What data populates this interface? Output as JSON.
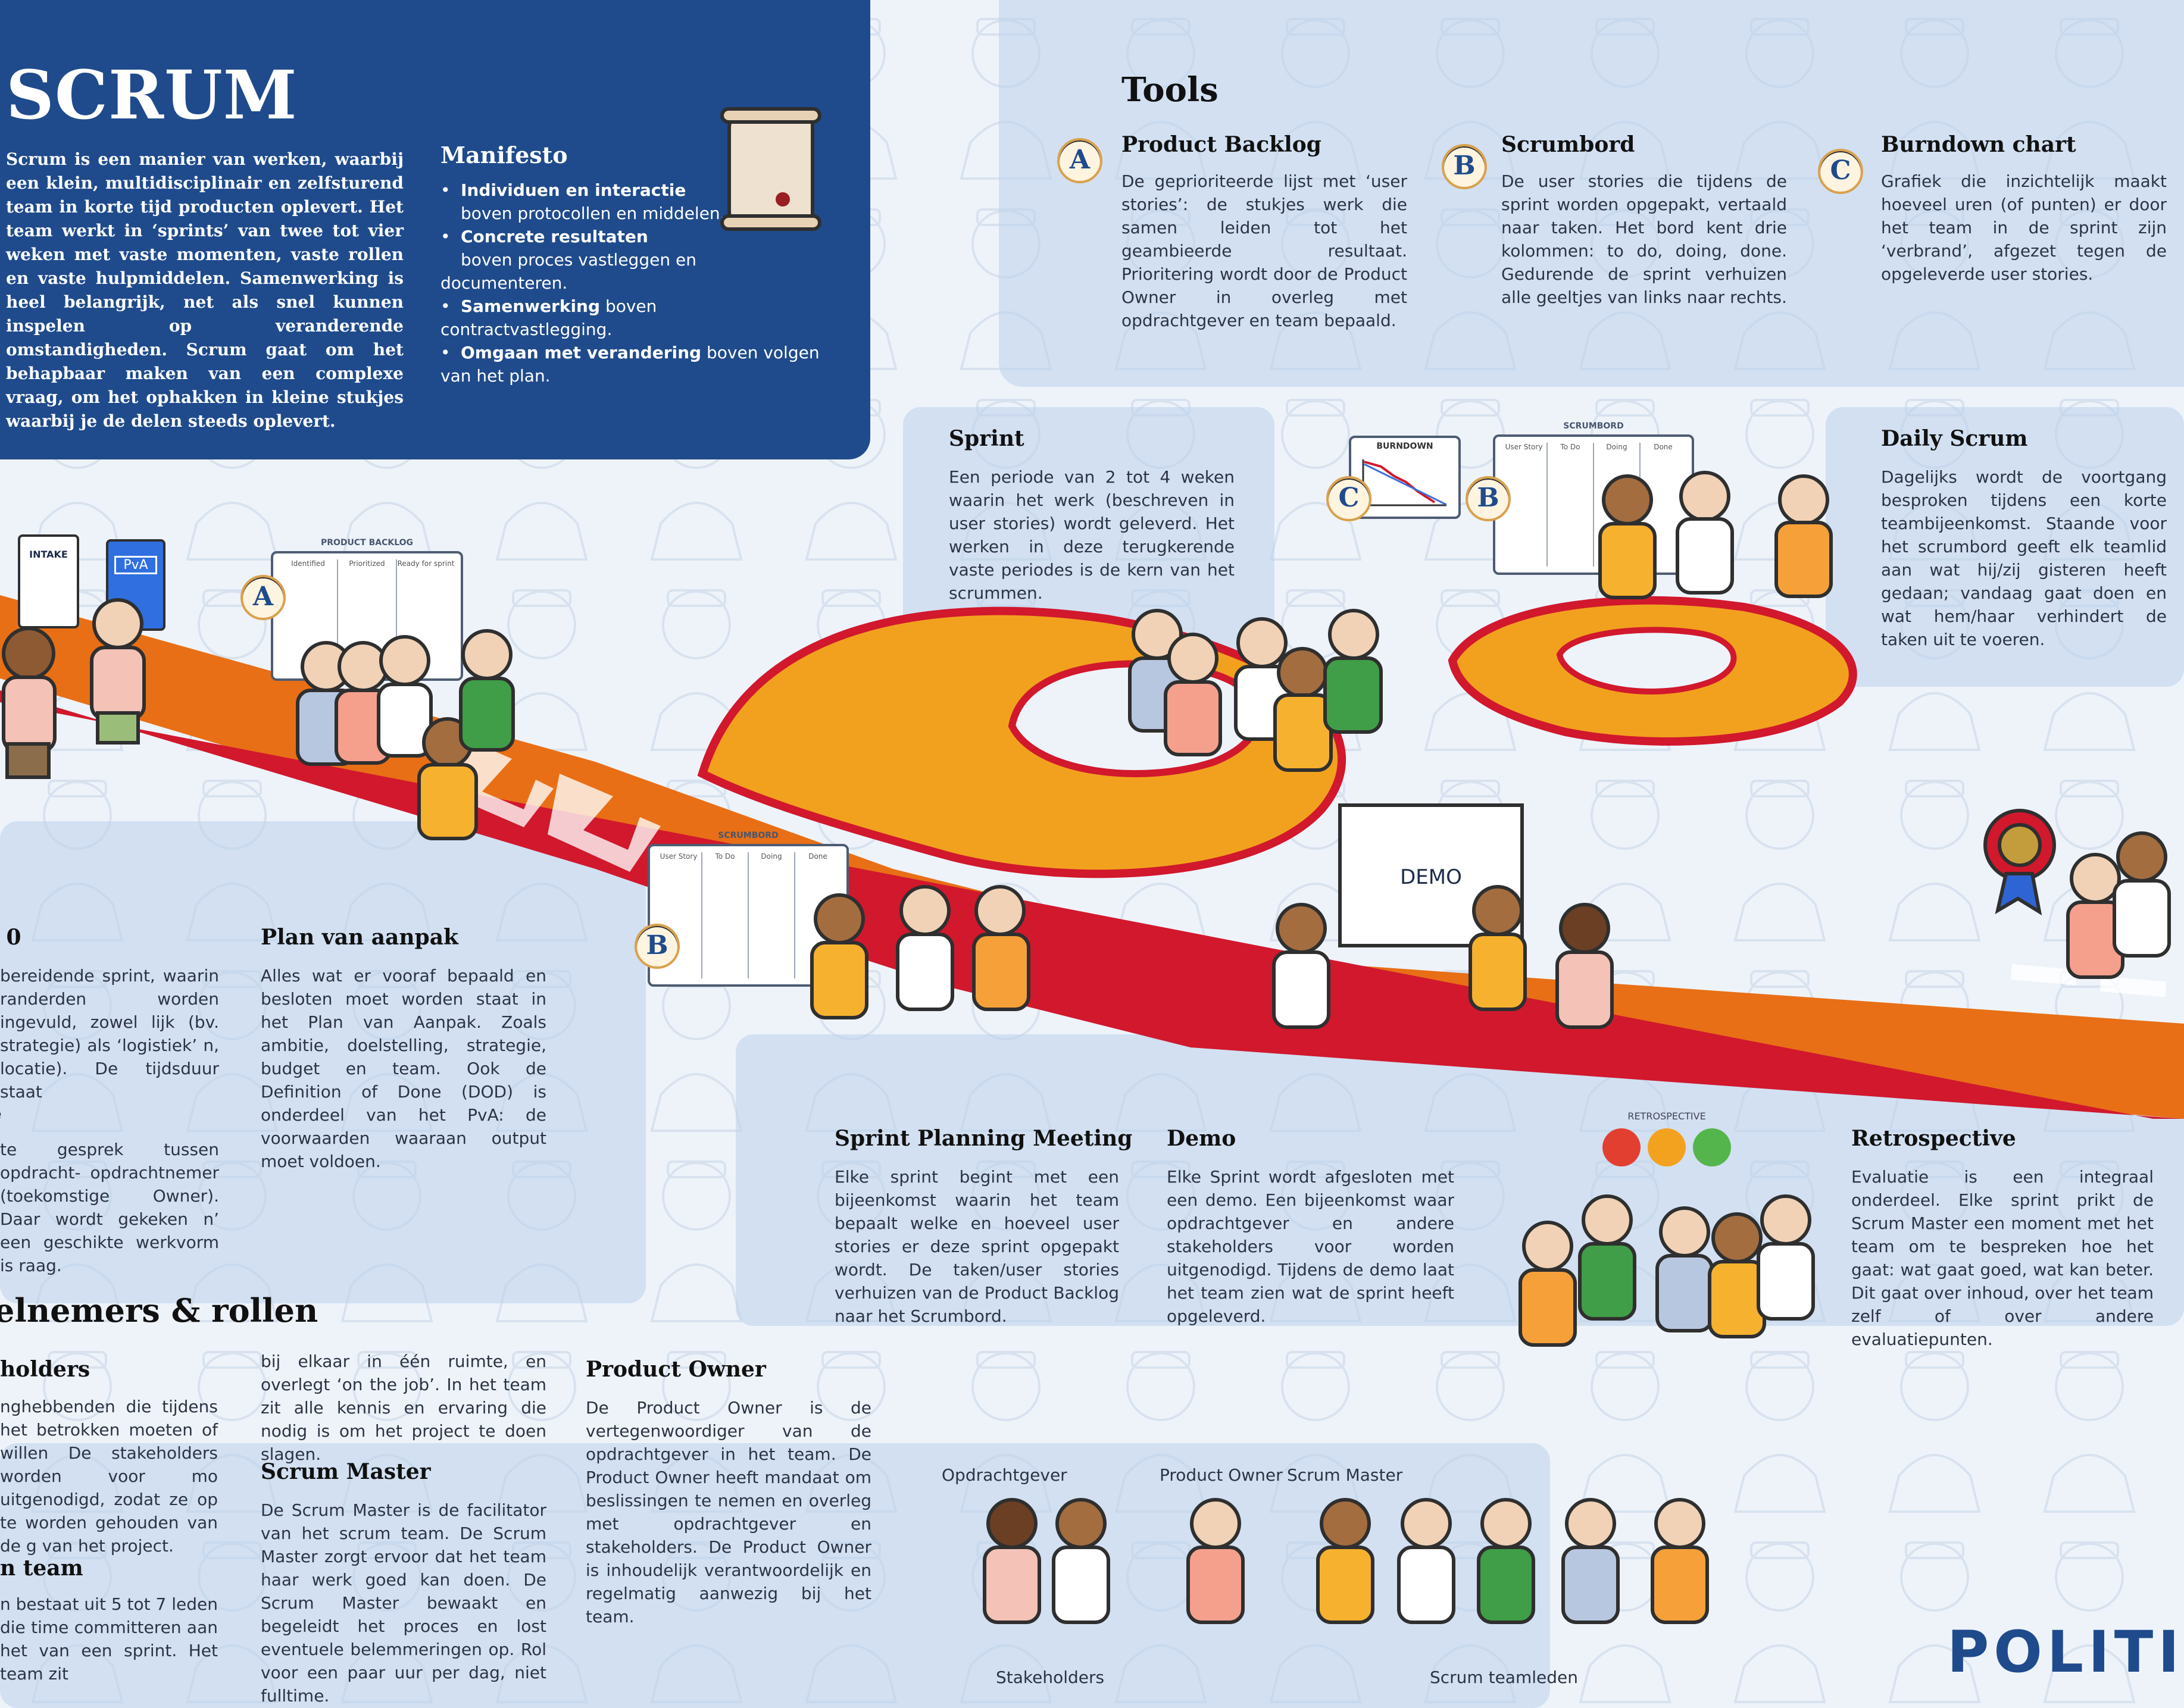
{
  "header": {
    "title": "SCRUM",
    "intro": "Scrum is een manier van werken, waarbij een klein, multidisciplinair en zelfsturend team in korte tijd producten oplevert. Het team werkt in ‘sprints’ van twee tot vier weken met vaste momenten, vaste rollen en vaste hulpmiddelen. Samenwerking is heel belangrijk, net als snel kunnen inspelen op veranderende omstandigheden. Scrum gaat om het behapbaar maken van een complexe vraag, om het ophakken in kleine stukjes waarbij je de delen steeds oplevert.",
    "manifesto_title": "Manifesto",
    "manifesto_items": [
      {
        "strong": "Individuen en interactie",
        "rest": "boven protocollen en middelen."
      },
      {
        "strong": "Concrete resultaten",
        "rest": "boven proces vastleggen en documenteren."
      },
      {
        "strong": "Samenwerking",
        "rest": "boven contractvastlegging."
      },
      {
        "strong": "Omgaan met verandering",
        "rest": "boven volgen van het plan."
      }
    ]
  },
  "tools": {
    "title": "Tools",
    "items": [
      {
        "badge": "A",
        "title": "Product Backlog",
        "text": "De geprioriteerde lijst met ‘user stories’: de stukjes werk die samen leiden tot het geambieerde resultaat. Prioritering wordt door de Product Owner in overleg met opdrachtgever en team bepaald."
      },
      {
        "badge": "B",
        "title": "Scrumbord",
        "text": "De user stories die tijdens de sprint worden opgepakt, vertaald naar taken. Het bord kent drie kolommen: to do, doing, done. Gedurende de sprint verhuizen alle geeltjes van links naar rechts."
      },
      {
        "badge": "C",
        "title": "Burndown chart",
        "text": "Grafiek die inzichtelijk maakt hoeveel uren (of punten) er door het team in de sprint zijn ‘verbrand’, afgezet tegen de opgeleverde user stories."
      }
    ]
  },
  "sections": {
    "sprint": {
      "title": "Sprint",
      "text": "Een periode van 2 tot 4 weken waarin het werk (beschreven in user stories) wordt geleverd. Het werken in deze terugkerende vaste periodes is de kern van het scrummen."
    },
    "daily_scrum": {
      "title": "Daily Scrum",
      "text": "Dagelijks wordt de voortgang besproken tijdens een korte teambijeenkomst. Staande voor het scrumbord geeft elk teamlid aan wat hij/zij gisteren heeft gedaan; vandaag gaat doen en wat hem/haar verhindert de taken uit te voeren."
    },
    "plan_van_aanpak": {
      "title": "Plan van aanpak",
      "text": "Alles wat er vooraf bepaald en besloten moet worden staat in het Plan van Aanpak. Zoals ambitie, doelstelling, strategie, budget en team. Ook de Definition of Done (DOD) is onderdeel van het PvA: de voorwaarden waaraan output moet voldoen."
    },
    "sprint_planning": {
      "title": "Sprint Planning Meeting",
      "text": "Elke sprint begint met een bijeenkomst waarin het team bepaalt welke en hoeveel user stories er deze sprint opgepakt wordt. De taken/user stories verhuizen van de Product Backlog naar het Scrumbord."
    },
    "demo": {
      "title": "Demo",
      "text": "Elke Sprint wordt afgesloten met een demo. Een bijeenkomst waar opdrachtgever en andere stakeholders voor worden uitgenodigd. Tijdens de demo laat het team zien wat de sprint heeft opgeleverd."
    },
    "retrospective": {
      "title": "Retrospective",
      "text": "Evaluatie is een integraal onderdeel. Elke sprint prikt de Scrum Master een moment met het team om te bespreken hoe het gaat: wat gaat goed, wat kan beter. Dit gaat over inhoud, over het team zelf of over andere evaluatiepunten."
    },
    "left_0": {
      "title": "e 0",
      "text": "bereidende sprint, waarin randerden worden ingevuld, zowel lijk (bv. strategie) als ‘logistiek’ n, locatie). De tijdsduur staat"
    },
    "left_e": {
      "title": "e",
      "text": "te gesprek tussen opdracht- opdrachtnemer (toekomstige Owner). Daar wordt gekeken n’ een geschikte werkvorm is raag."
    },
    "roles": {
      "title": "elnemers & rollen"
    },
    "stakeholders": {
      "title": "holders",
      "text": "nghebbenden die tijdens het betrokken moeten of willen De stakeholders worden voor mo uitgenodigd, zodat ze op te worden gehouden van de g van het project."
    },
    "team": {
      "title": "n team",
      "text": "n bestaat uit 5 tot 7 leden die time committeren aan het van een sprint. Het team zit"
    },
    "team_cont": {
      "text": "bij elkaar in één ruimte, en overlegt ‘on the job’. In het team zit alle kennis en ervaring die nodig is om het project te doen slagen."
    },
    "scrum_master": {
      "title": "Scrum Master",
      "text": "De Scrum Master is de facilitator van het scrum team. De Scrum Master zorgt ervoor dat het team haar werk goed kan doen. De Scrum Master bewaakt en begeleidt het proces en lost eventuele belemmeringen op. Rol voor een paar uur per dag, niet fulltime."
    },
    "product_owner": {
      "title": "Product Owner",
      "text": "De Product Owner is de vertegenwoordiger van de opdrachtgever in het team. De Product Owner heeft mandaat om beslissingen te nemen en overleg met opdrachtgever en stakeholders. De Product Owner is inhoudelijk verantwoordelijk en regelmatig aanwezig bij het team."
    }
  },
  "illustrations": {
    "intake_label": "INTAKE",
    "pva_label": "PvA",
    "product_backlog_board": "PRODUCT BACKLOG",
    "backlog_cols": [
      "Identified",
      "Prioritized",
      "Ready for sprint"
    ],
    "scrumbord_board": "SCRUMBORD",
    "scrumbord_cols": [
      "User Story",
      "To Do",
      "Doing",
      "Done"
    ],
    "burndown": "BURNDOWN",
    "demo_screen": "DEMO",
    "retrospective_label": "RETROSPECTIVE"
  },
  "legend": {
    "opdrachtgever": "Opdrachtgever",
    "product_owner": "Product Owner",
    "scrum_master": "Scrum Master",
    "stakeholders": "Stakeholders",
    "teamleden": "Scrum teamleden"
  },
  "logo": {
    "text": "POLITI"
  },
  "colors": {
    "navy": "#1f4b8c",
    "orange": "#f29a17",
    "red": "#d1182d",
    "panel": "#bdd2ec"
  }
}
